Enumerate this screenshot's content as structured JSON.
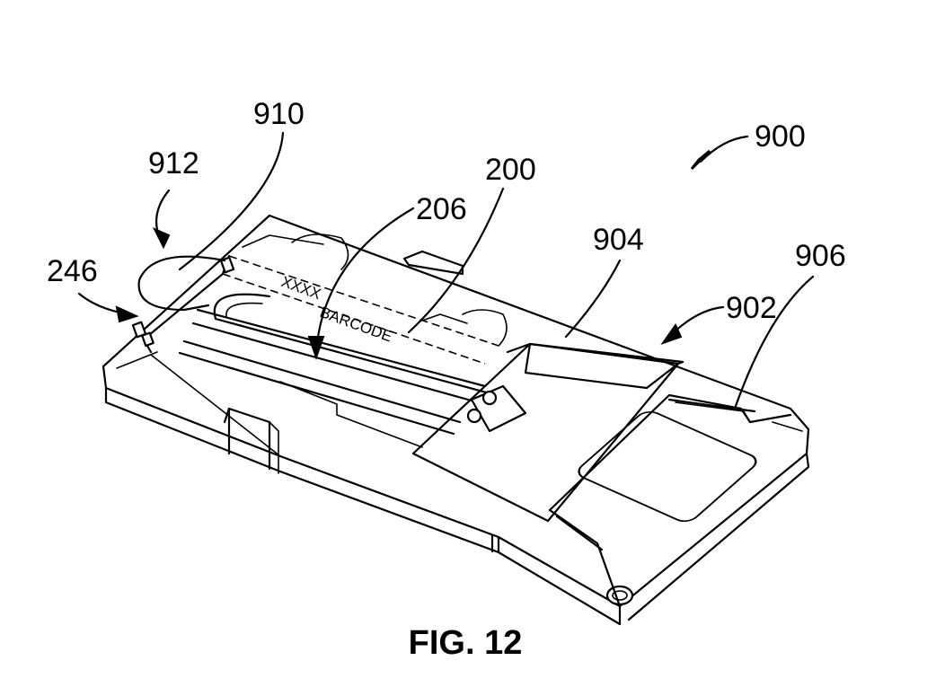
{
  "figure": {
    "caption": "FIG. 12",
    "reference_numerals": {
      "n900": "900",
      "n910": "910",
      "n912": "912",
      "n200": "200",
      "n206": "206",
      "n904": "904",
      "n906": "906",
      "n902": "902",
      "n246": "246"
    },
    "printed_marks": {
      "id_mark": "XXXX",
      "barcode": "BARCODE"
    }
  }
}
